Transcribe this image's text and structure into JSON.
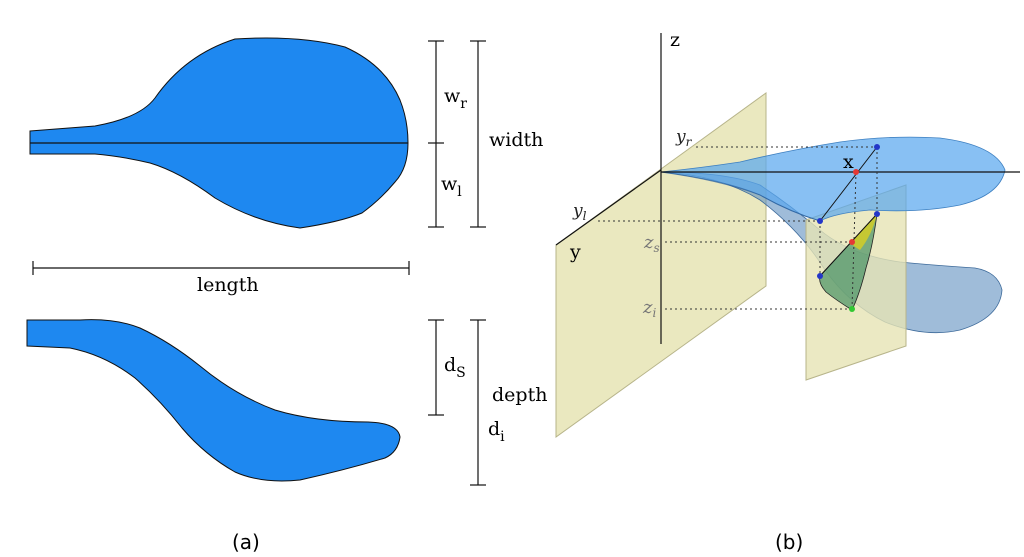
{
  "panel_a": {
    "top_view": {
      "w_r_label": "w",
      "w_r_sub": "r",
      "w_l_label": "w",
      "w_l_sub": "l",
      "width_label": "width",
      "length_label": "length"
    },
    "side_view": {
      "d_s_label": "d",
      "d_s_sub": "S",
      "d_i_label": "d",
      "d_i_sub": "i",
      "depth_label": "depth"
    },
    "caption": "(a)"
  },
  "panel_b": {
    "axis_z": "z",
    "axis_y": "y",
    "axis_x": "x",
    "y_r_label": "y",
    "y_r_sub": "r",
    "y_l_label": "y",
    "y_l_sub": "l",
    "z_s_label": "z",
    "z_s_sub": "s",
    "z_i_label": "z",
    "z_i_sub": "i",
    "caption": "(b)"
  },
  "colors": {
    "shape_blue": "#1e88f0",
    "translucent_blue": "#6aaee8",
    "plane_yellow": "#e6e4b4",
    "red_point": "#e53935",
    "blue_point": "#2336c8",
    "green_point": "#32c832"
  }
}
